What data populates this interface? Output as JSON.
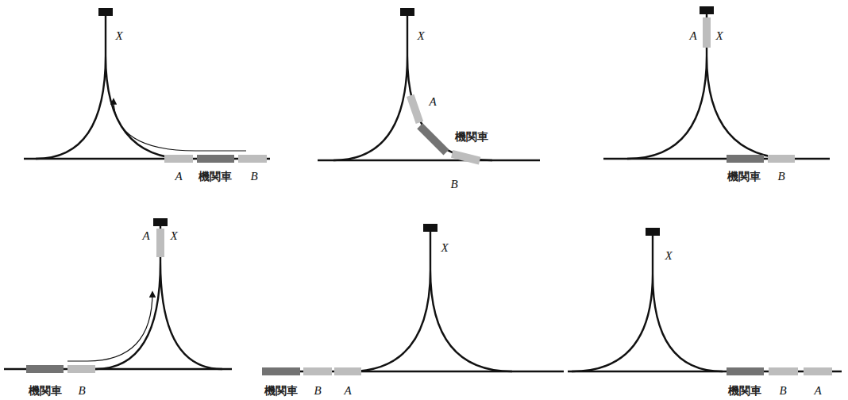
{
  "diagram": {
    "labels": [
      "X",
      "A",
      "機関車",
      "B",
      "X",
      "A",
      "機関車",
      "B",
      "A",
      "X",
      "機関車",
      "B",
      "A",
      "X",
      "機関車",
      "B",
      "X",
      "機関車",
      "B",
      "A",
      "X",
      "機関車",
      "B",
      "A"
    ]
  }
}
